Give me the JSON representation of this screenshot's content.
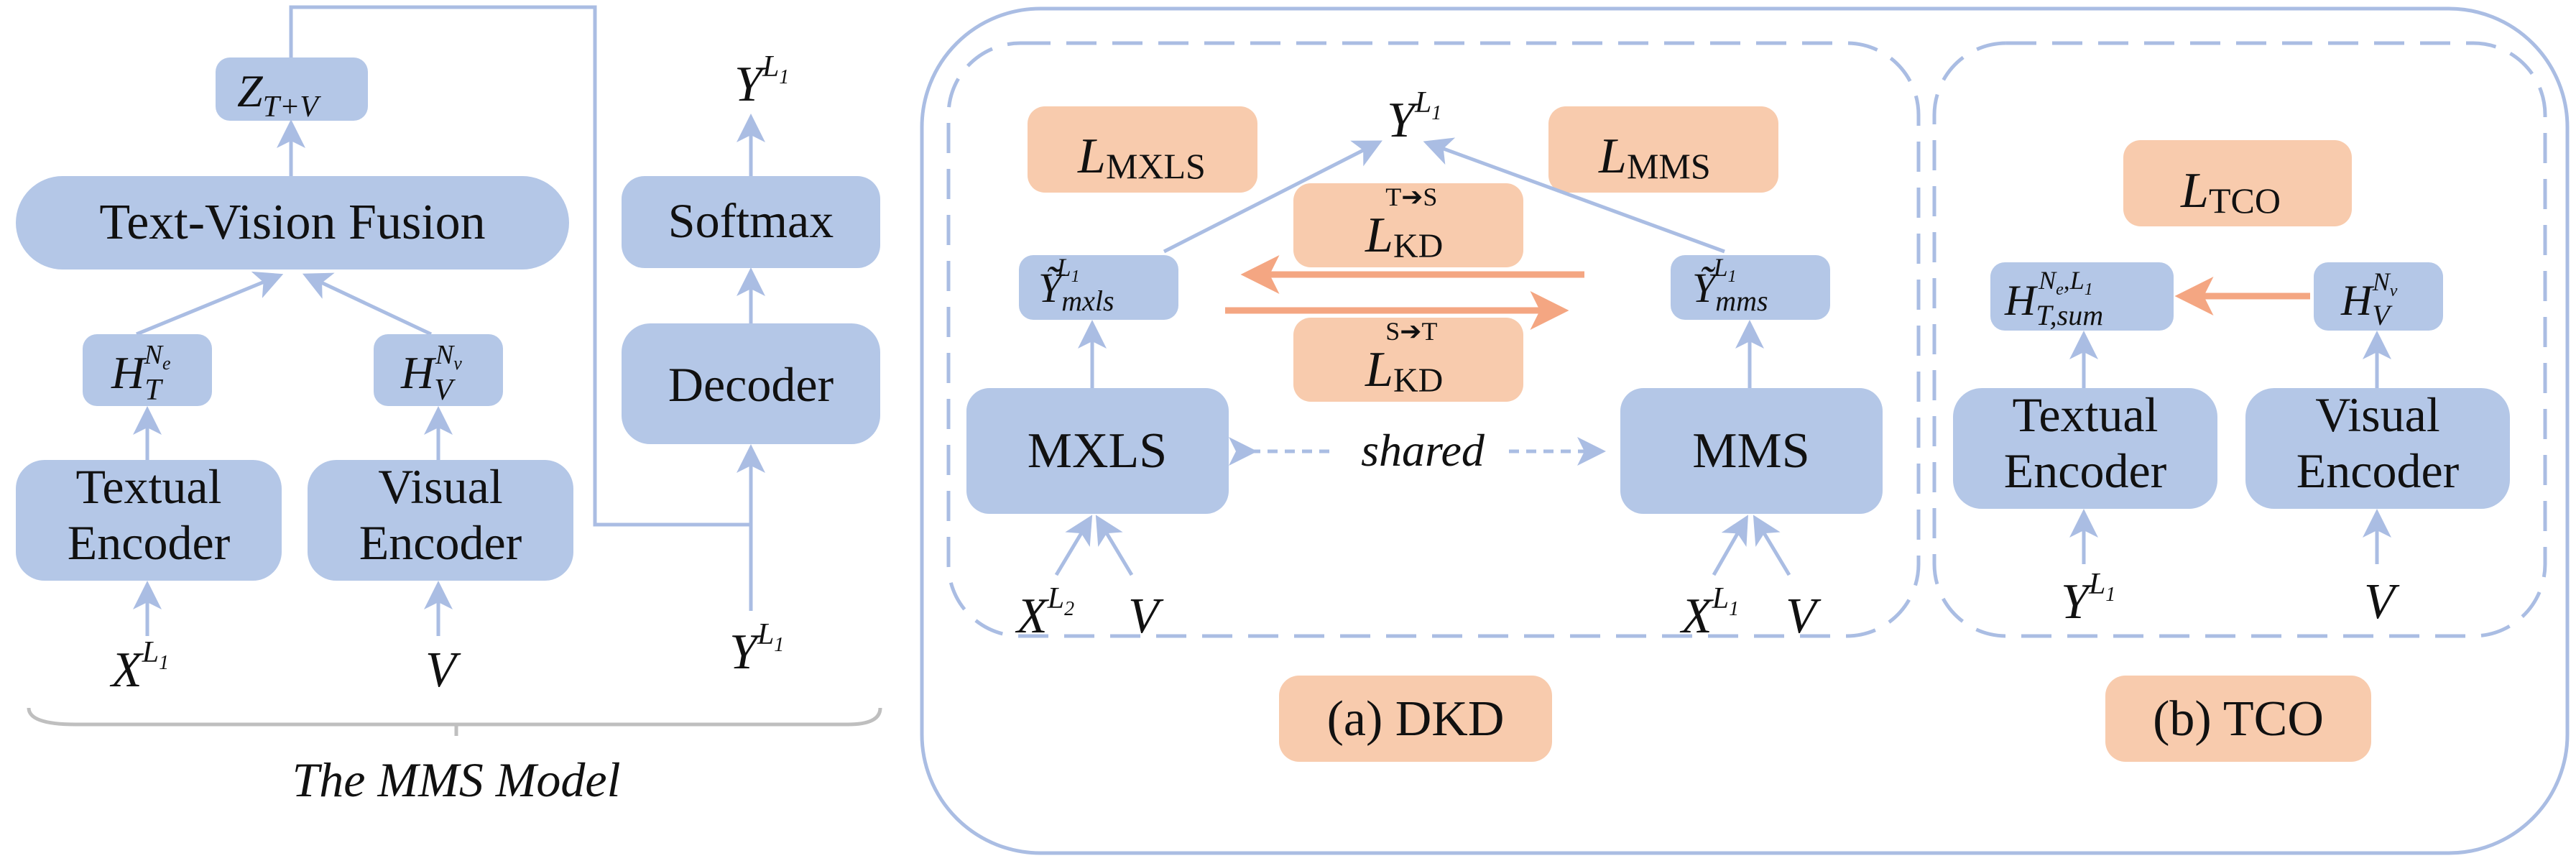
{
  "mms": {
    "fusion": "Text-Vision Fusion",
    "z": {
      "base": "Z",
      "sub": "T+V"
    },
    "ht": {
      "base": "H",
      "sub": "T",
      "sup": "N",
      "supsub": "e"
    },
    "hv": {
      "base": "H",
      "sub": "V",
      "sup": "N",
      "supsub": "v"
    },
    "text_enc": [
      "Textual",
      "Encoder"
    ],
    "vis_enc": [
      "Visual",
      "Encoder"
    ],
    "x_in": {
      "base": "X",
      "sup": "L",
      "supsub": "1"
    },
    "v_in": "V",
    "softmax": "Softmax",
    "decoder": "Decoder",
    "y_top": {
      "base": "Y",
      "sup": "L",
      "supsub": "1"
    },
    "y_bottom": {
      "base": "Y",
      "sup": "L",
      "supsub": "1"
    },
    "caption": "The MMS Model"
  },
  "dkd": {
    "l_mxls": {
      "base": "L",
      "sub": "MXLS"
    },
    "l_mms": {
      "base": "L",
      "sub": "MMS"
    },
    "kd_ts": {
      "base": "L",
      "sub": "KD",
      "sup": "T➔S"
    },
    "kd_st": {
      "base": "L",
      "sub": "KD",
      "sup": "S➔T"
    },
    "y_top": {
      "base": "Y",
      "sup": "L",
      "supsub": "1"
    },
    "ytil_mxls": {
      "base": "Ỹ",
      "sub": "mxls",
      "sup": "L",
      "supsub": "1"
    },
    "ytil_mms": {
      "base": "Ỹ",
      "sub": "mms",
      "sup": "L",
      "supsub": "1"
    },
    "mxls": "MXLS",
    "mms": "MMS",
    "shared": "shared",
    "x2": {
      "base": "X",
      "sup": "L",
      "supsub": "2"
    },
    "v_left": "V",
    "x1": {
      "base": "X",
      "sup": "L",
      "supsub": "1"
    },
    "v_right": "V",
    "label": "(a) DKD"
  },
  "tco": {
    "l_tco": {
      "base": "L",
      "sub": "TCO"
    },
    "hts": {
      "base": "H",
      "sub": "T,sum",
      "sup": "N",
      "supsub": "e",
      "sup2": ",L",
      "sup2sub": "1"
    },
    "hv": {
      "base": "H",
      "sub": "V",
      "sup": "N",
      "supsub": "v"
    },
    "text_enc": [
      "Textual",
      "Encoder"
    ],
    "vis_enc": [
      "Visual",
      "Encoder"
    ],
    "y_in": {
      "base": "Y",
      "sup": "L",
      "supsub": "1"
    },
    "v_in": "V",
    "label": "(b) TCO"
  }
}
